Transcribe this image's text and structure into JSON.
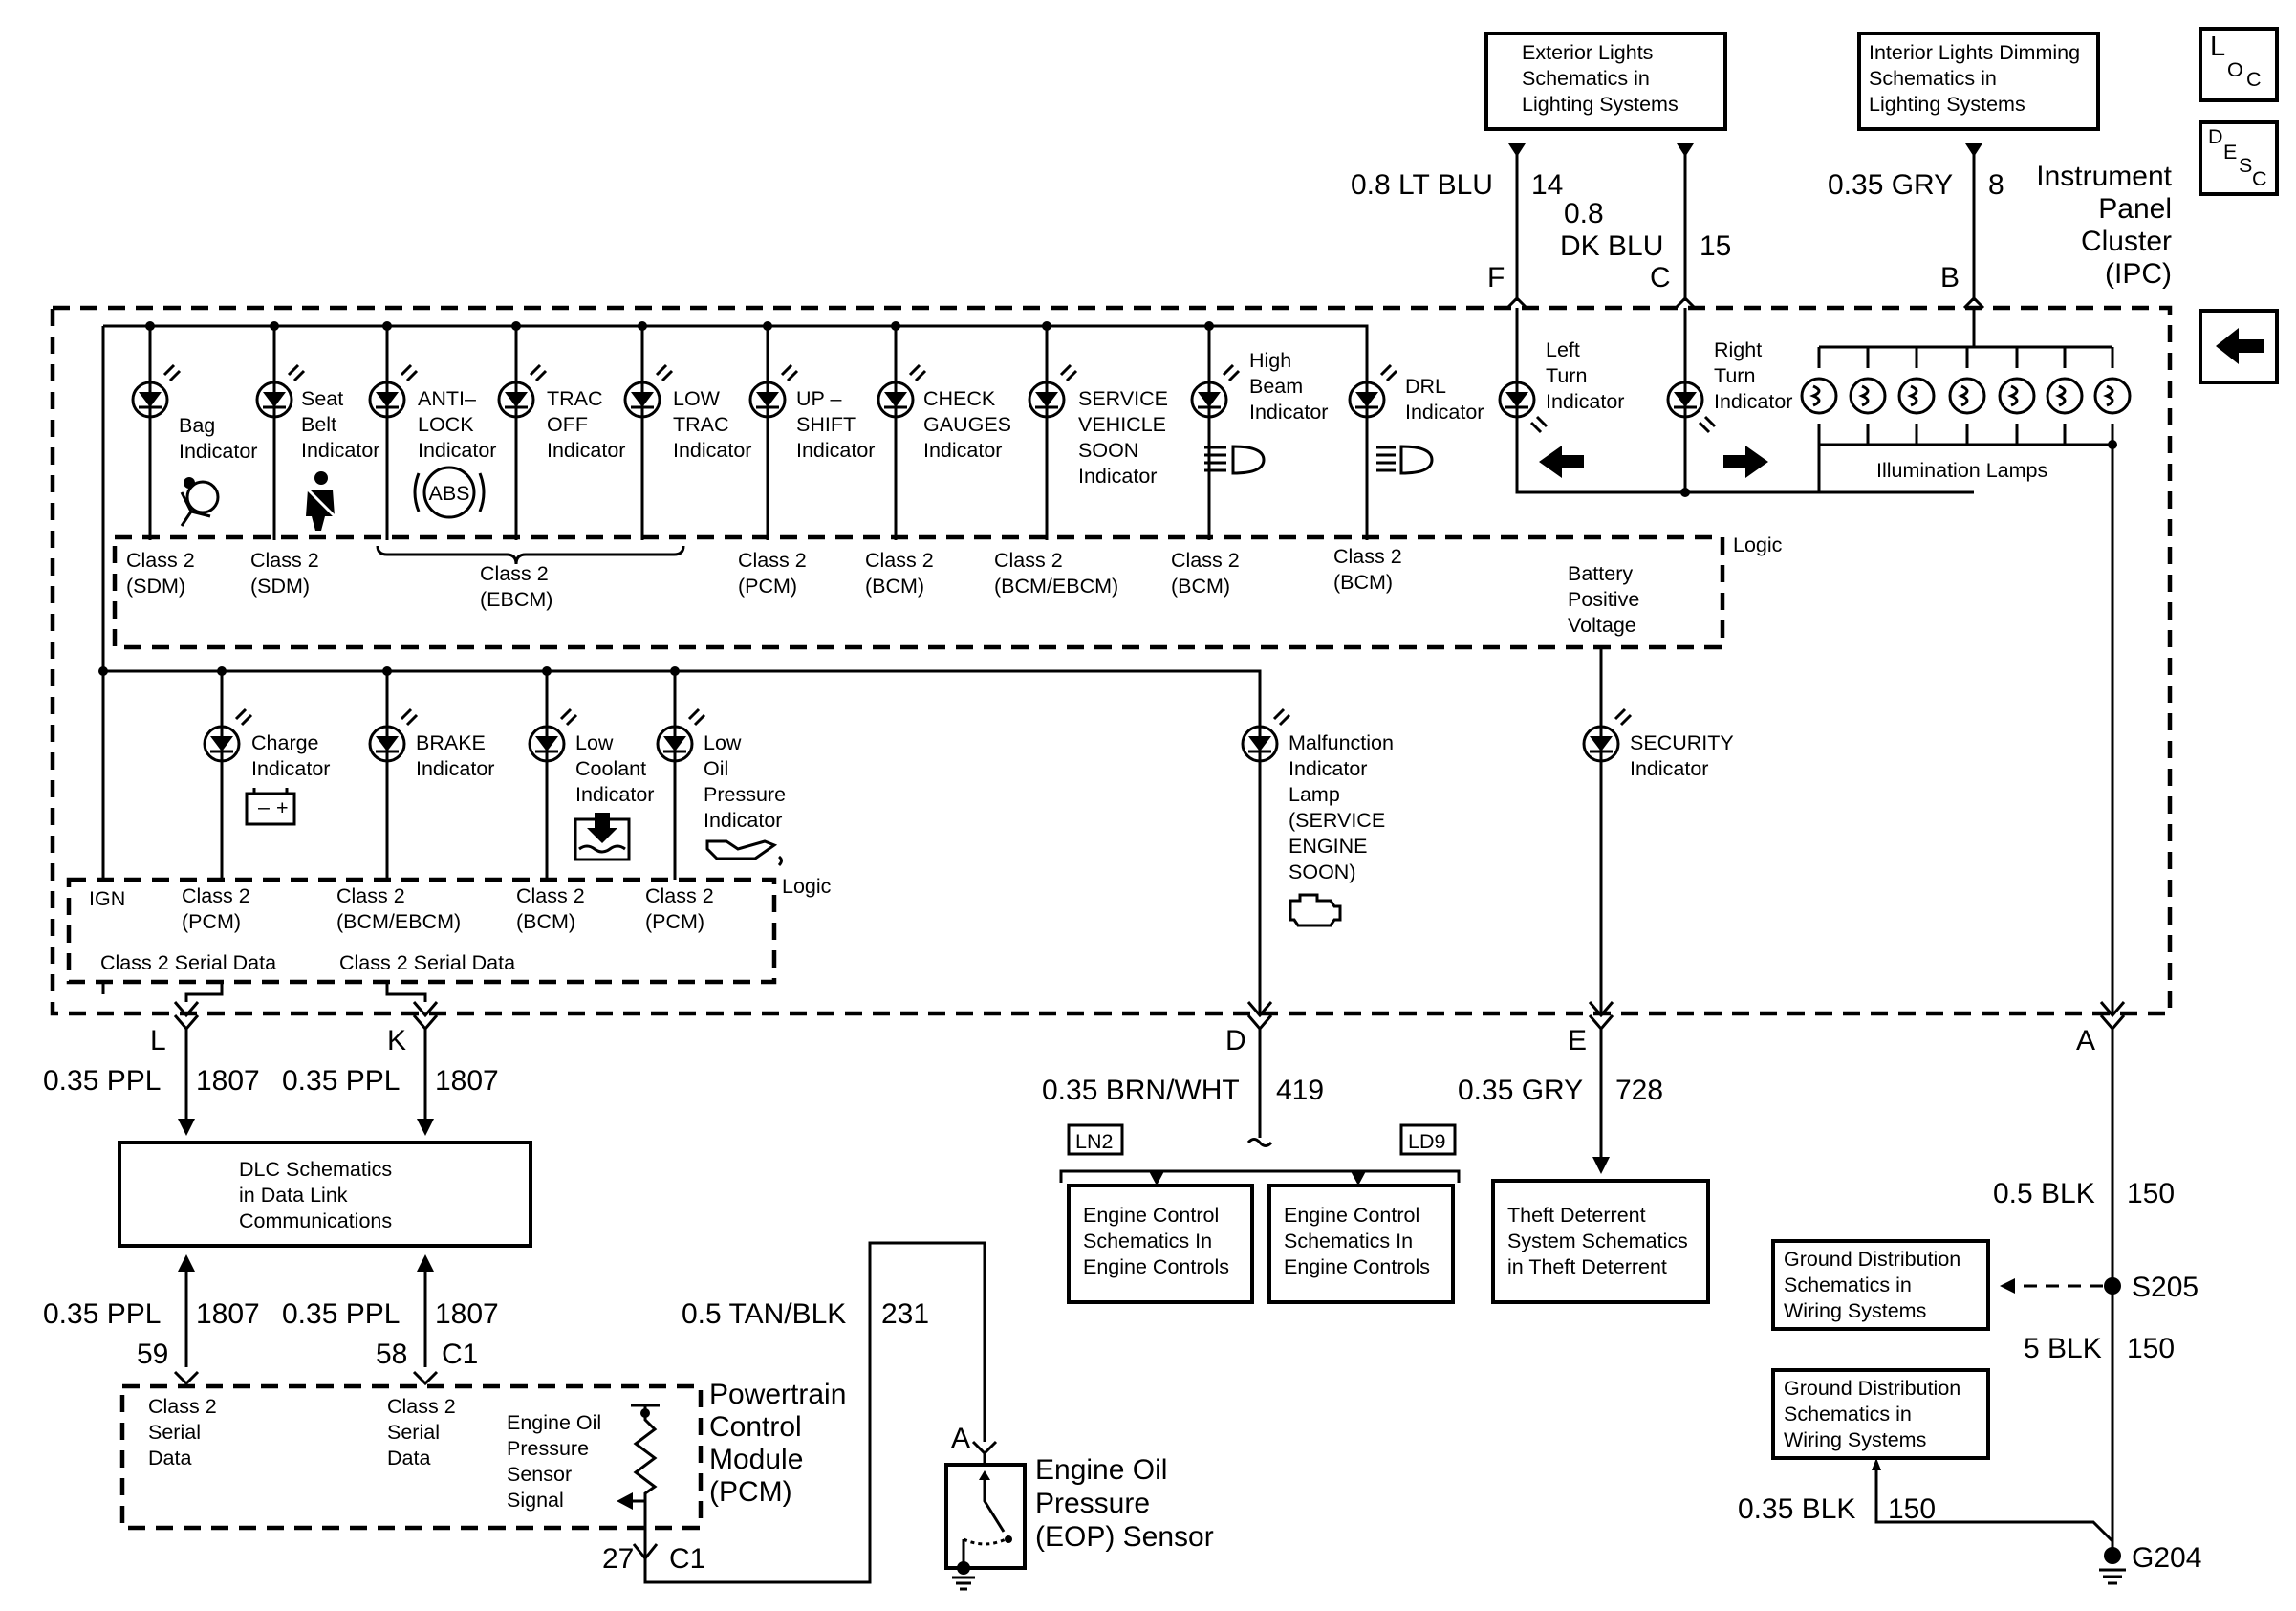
{
  "top_refs": {
    "exterior_lights": [
      "Exterior Lights",
      "Schematics in",
      "Lighting Systems"
    ],
    "interior_dimming": [
      "Interior Lights Dimming",
      "Schematics in",
      "Lighting Systems"
    ]
  },
  "corner_icons": {
    "loc": {
      "a": "L",
      "b": "O",
      "c": "C"
    },
    "desc": {
      "a": "D",
      "b": "E",
      "c": "S",
      "d": "C"
    },
    "back_arrow": "left-arrow-icon"
  },
  "top_wires": {
    "w14": {
      "gauge": "0.8 LT BLU",
      "circuit": "14",
      "pin": "F"
    },
    "w15": {
      "gauge_1": "0.8",
      "gauge_2": "DK BLU",
      "circuit": "15",
      "pin": "C"
    },
    "w8": {
      "gauge": "0.35 GRY",
      "circuit": "8",
      "pin": "B"
    }
  },
  "ipc_label": [
    "Instrument",
    "Panel",
    "Cluster",
    "(IPC)"
  ],
  "indicators_row1": {
    "bag": [
      "Bag",
      "Indicator"
    ],
    "seat_belt": [
      "Seat",
      "Belt",
      "Indicator"
    ],
    "antilock": [
      "ANTI–",
      "LOCK",
      "Indicator"
    ],
    "abs_text": "ABS",
    "trac_off": [
      "TRAC",
      "OFF",
      "Indicator"
    ],
    "low_trac": [
      "LOW",
      "TRAC",
      "Indicator"
    ],
    "upshift": [
      "UP –",
      "SHIFT",
      "Indicator"
    ],
    "check_gauges": [
      "CHECK",
      "GAUGES",
      "Indicator"
    ],
    "service_vehicle": [
      "SERVICE",
      "VEHICLE",
      "SOON",
      "Indicator"
    ],
    "high_beam": [
      "High",
      "Beam",
      "Indicator"
    ],
    "drl": [
      "DRL",
      "Indicator"
    ],
    "left_turn": [
      "Left",
      "Turn",
      "Indicator"
    ],
    "right_turn": [
      "Right",
      "Turn",
      "Indicator"
    ],
    "illumination": "Illumination Lamps"
  },
  "logic_row1": {
    "sdm1": [
      "Class 2",
      "(SDM)"
    ],
    "sdm2": [
      "Class 2",
      "(SDM)"
    ],
    "ebcm": [
      "Class 2",
      "(EBCM)"
    ],
    "pcm": [
      "Class 2",
      "(PCM)"
    ],
    "bcm1": [
      "Class 2",
      "(BCM)"
    ],
    "bcm_ebcm": [
      "Class 2",
      "(BCM/EBCM)"
    ],
    "bcm2": [
      "Class 2",
      "(BCM)"
    ],
    "bcm3": [
      "Class 2",
      "(BCM)"
    ],
    "battery": [
      "Battery",
      "Positive",
      "Voltage"
    ],
    "logic": "Logic"
  },
  "indicators_row2": {
    "charge": [
      "Charge",
      "Indicator"
    ],
    "brake": [
      "BRAKE",
      "Indicator"
    ],
    "low_coolant": [
      "Low",
      "Coolant",
      "Indicator"
    ],
    "low_oil": [
      "Low",
      "Oil",
      "Pressure",
      "Indicator"
    ],
    "mil": [
      "Malfunction",
      "Indicator",
      "Lamp",
      "(SERVICE",
      "ENGINE",
      "SOON)"
    ],
    "security": [
      "SECURITY",
      "Indicator"
    ],
    "battery_minus": "–",
    "battery_plus": "+"
  },
  "logic_row2": {
    "ign": "IGN",
    "pcm1": [
      "Class 2",
      "(PCM)"
    ],
    "bcm_ebcm": [
      "Class 2",
      "(BCM/EBCM)"
    ],
    "bcm": [
      "Class 2",
      "(BCM)"
    ],
    "pcm2": [
      "Class 2",
      "(PCM)"
    ],
    "serial1": "Class 2 Serial Data",
    "serial2": "Class 2 Serial Data",
    "logic": "Logic"
  },
  "bottom_pins": {
    "L": "L",
    "K": "K",
    "D": "D",
    "E": "E",
    "A": "A"
  },
  "bottom_wires": {
    "w1807a": {
      "gauge": "0.35 PPL",
      "circuit": "1807"
    },
    "w1807b": {
      "gauge": "0.35 PPL",
      "circuit": "1807"
    },
    "w419": {
      "gauge": "0.35 BRN/WHT",
      "circuit": "419"
    },
    "w728": {
      "gauge": "0.35 GRY",
      "circuit": "728"
    },
    "w150a": {
      "gauge": "0.5 BLK",
      "circuit": "150"
    },
    "w150b": {
      "gauge": "5 BLK",
      "circuit": "150"
    },
    "w150c": {
      "gauge": "0.35 BLK",
      "circuit": "150"
    },
    "w1807c": {
      "gauge": "0.35 PPL",
      "circuit": "1807",
      "pin": "59"
    },
    "w1807d": {
      "gauge": "0.35 PPL",
      "circuit": "1807",
      "pin": "58",
      "connector": "C1"
    },
    "w231": {
      "gauge": "0.5 TAN/BLK",
      "circuit": "231"
    }
  },
  "reference_boxes": {
    "dlc": [
      "DLC Schematics",
      "in Data Link",
      "Communications"
    ],
    "engine1": [
      "Engine Control",
      "Schematics In",
      "Engine Controls"
    ],
    "engine2": [
      "Engine Control",
      "Schematics In",
      "Engine Controls"
    ],
    "theft": [
      "Theft Deterrent",
      "System Schematics",
      "in Theft Deterrent"
    ],
    "ground1": [
      "Ground Distribution",
      "Schematics in",
      "Wiring Systems"
    ],
    "ground2": [
      "Ground Distribution",
      "Schematics in",
      "Wiring Systems"
    ]
  },
  "options": {
    "ln2": "LN2",
    "ld9": "LD9"
  },
  "splices": {
    "s205": "S205",
    "g204": "G204"
  },
  "pcm": {
    "class2_a": [
      "Class 2",
      "Serial",
      "Data"
    ],
    "class2_b": [
      "Class 2",
      "Serial",
      "Data"
    ],
    "eop_signal": [
      "Engine Oil",
      "Pressure",
      "Sensor",
      "Signal"
    ],
    "name": [
      "Powertrain",
      "Control",
      "Module",
      "(PCM)"
    ],
    "pin": "27",
    "connector": "C1"
  },
  "eop_sensor": {
    "pin": "A",
    "name": [
      "Engine Oil",
      "Pressure",
      "(EOP) Sensor"
    ]
  }
}
